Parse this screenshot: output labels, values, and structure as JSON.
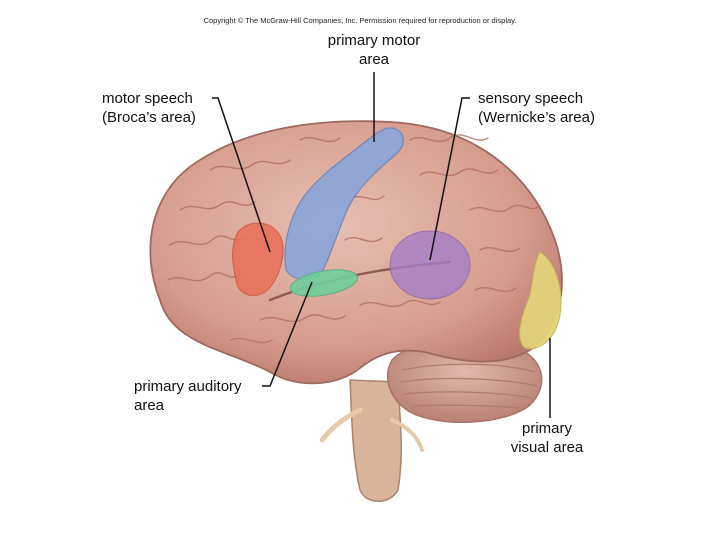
{
  "copyright": "Copyright © The McGraw-Hill Companies, Inc. Permission required for reproduction or display.",
  "labels": {
    "primary_motor": [
      "primary motor",
      "area"
    ],
    "motor_speech": [
      "motor speech",
      "(Broca’s area)"
    ],
    "sensory_speech": [
      "sensory speech",
      "(Wernicke’s area)"
    ],
    "primary_auditory": [
      "primary auditory",
      "area"
    ],
    "primary_visual": [
      "primary",
      "visual area"
    ]
  },
  "colors": {
    "brain": "#d9a394",
    "brain_dark": "#b9786c",
    "cerebellum": "#d3a196",
    "brainstem": "#d8b49a",
    "motor": "#8ea6d6",
    "broca": "#ea6f58",
    "auditory": "#6fcf9a",
    "wernicke": "#a67ec8",
    "visual": "#e2d27a"
  }
}
